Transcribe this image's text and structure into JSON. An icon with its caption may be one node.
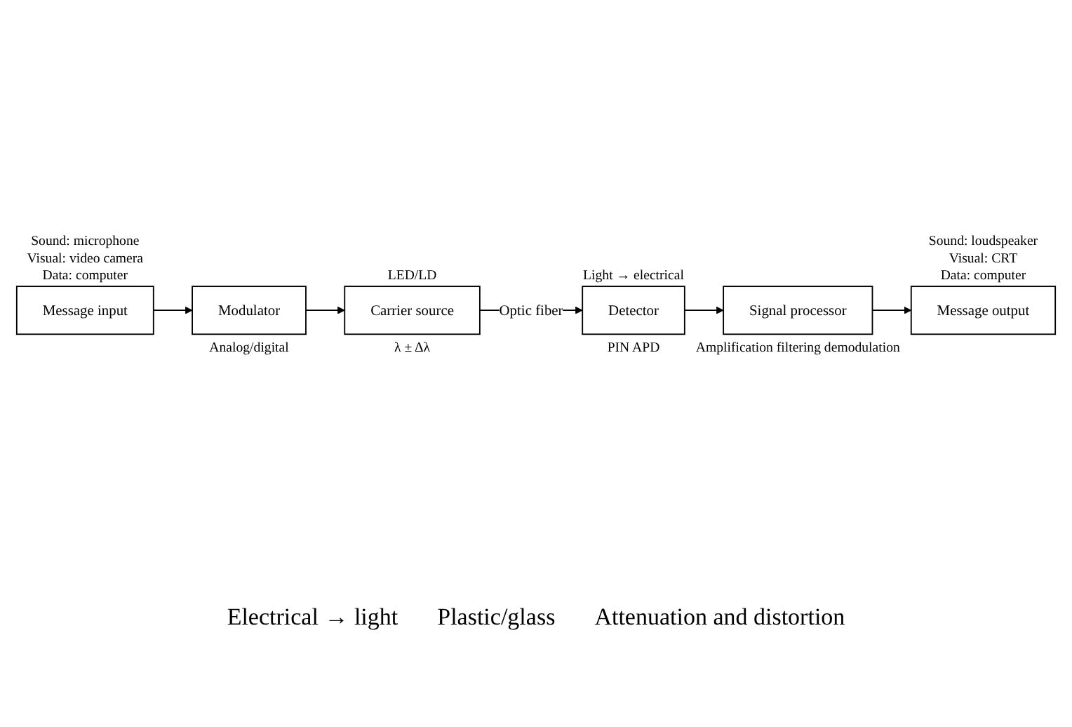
{
  "diagram": {
    "nodes": [
      {
        "text": [
          "Message input"
        ],
        "beside": [
          "Sound: microphone",
          "Visual: video camera",
          "Data: computer"
        ]
      },
      {
        "text": [
          "Modulator"
        ],
        "beside": [
          "Analog/digital"
        ]
      },
      {
        "text": [
          "Carrier source"
        ],
        "beside": [
          "LED/LD",
          "λ ± Δλ"
        ]
      },
      {
        "text": [
          "Detector"
        ],
        "beside": [
          "Light → electrical",
          "PIN APD"
        ]
      },
      {
        "text": [
          "Signal processor"
        ],
        "beside": [
          "Amplification filtering demodulation"
        ]
      },
      {
        "text": [
          "Message output"
        ],
        "beside": [
          "Sound: loudspeaker",
          "Visual: CRT",
          "Data: computer"
        ]
      }
    ],
    "edges": [
      {
        "from": 0,
        "to": 1,
        "arrow": "to"
      },
      {
        "from": 1,
        "to": 2,
        "arrow": "to"
      },
      {
        "from": 2,
        "to": 3,
        "arrow": "to",
        "label": "Optic fiber"
      },
      {
        "from": 3,
        "to": 4,
        "arrow": "to"
      },
      {
        "from": 4,
        "to": 5,
        "arrow": "to"
      }
    ],
    "labels": [
      "Electrical → light",
      "Plastic/glass",
      "Attenuation and distortion"
    ]
  }
}
